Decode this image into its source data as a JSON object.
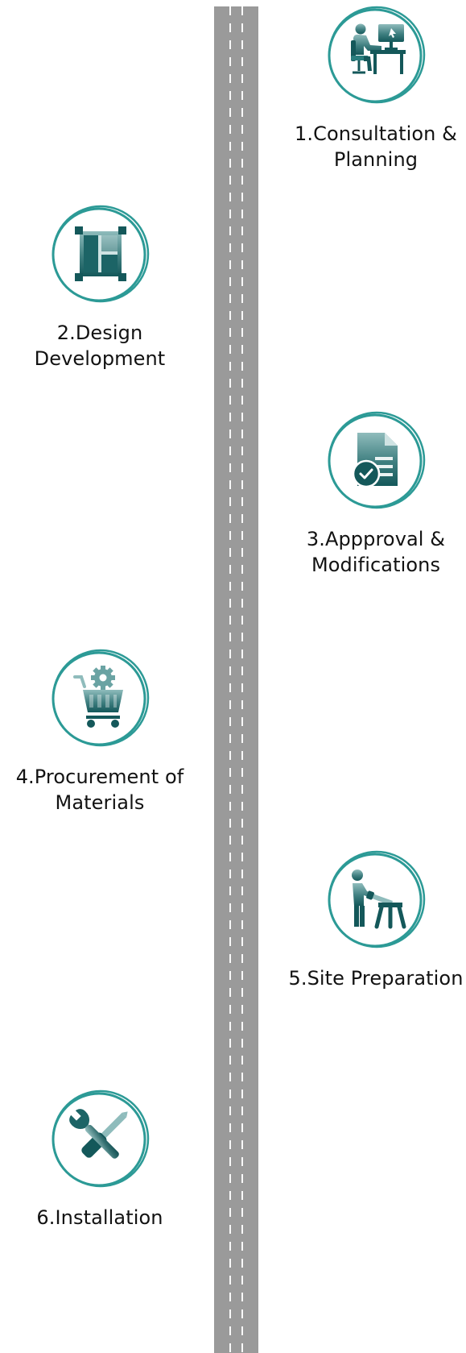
{
  "steps": [
    {
      "label": "1.Consultation & Planning",
      "icon": "consultation-desk-icon"
    },
    {
      "label": "2.Design Development",
      "icon": "design-layout-icon"
    },
    {
      "label": "3.Appproval & Modifications",
      "icon": "approved-document-icon"
    },
    {
      "label": "4.Procurement of Materials",
      "icon": "procurement-cart-icon"
    },
    {
      "label": "5.Site Preparation",
      "icon": "site-worker-icon"
    },
    {
      "label": "6.Installation",
      "icon": "tools-icon"
    }
  ],
  "colors": {
    "teal_dark": "#14585a",
    "teal_mid": "#2a8a89",
    "teal_light": "#8fbcbc",
    "ring": "#2c9a96",
    "road": "#9a9a9a",
    "lane": "#ffffff"
  }
}
